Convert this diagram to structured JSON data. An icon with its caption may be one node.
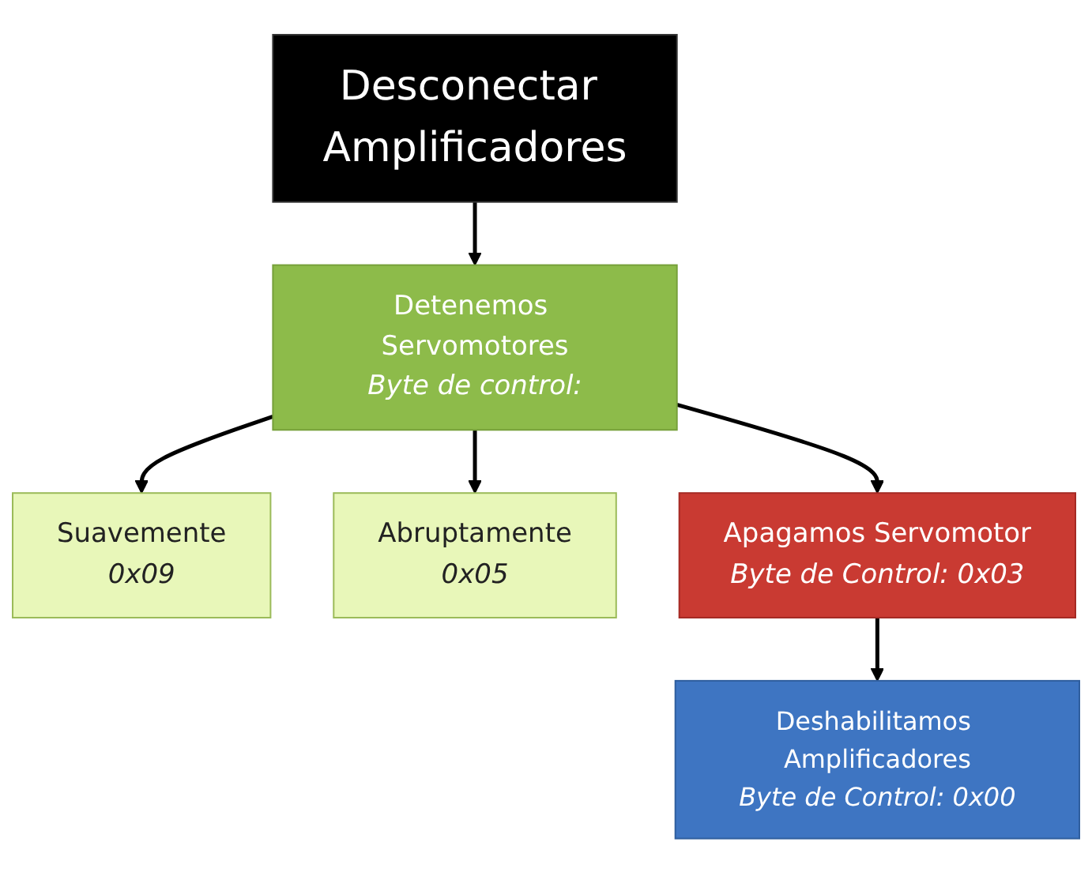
{
  "diagram": {
    "nodes": [
      {
        "text": [
          "Desconectar Amplificadores"
        ]
      },
      {
        "text": [
          "Detenemos Servomotores",
          "Byte de control:"
        ]
      },
      {
        "text": [
          "Suavemente",
          "0x09"
        ]
      },
      {
        "text": [
          "Abruptamente",
          "0x05"
        ]
      },
      {
        "text": [
          "Apagamos Servomotor",
          "Byte de Control: 0x03"
        ]
      },
      {
        "text": [
          "Deshabilitamos Amplificadores",
          "Byte de Control: 0x00"
        ]
      }
    ],
    "edges": [
      {
        "from": 0,
        "to": 1,
        "arrow": "to"
      },
      {
        "from": 1,
        "to": 2,
        "arrow": "to"
      },
      {
        "from": 1,
        "to": 3,
        "arrow": "to"
      },
      {
        "from": 1,
        "to": 4,
        "arrow": "to"
      },
      {
        "from": 4,
        "to": 5,
        "arrow": "to"
      }
    ]
  }
}
